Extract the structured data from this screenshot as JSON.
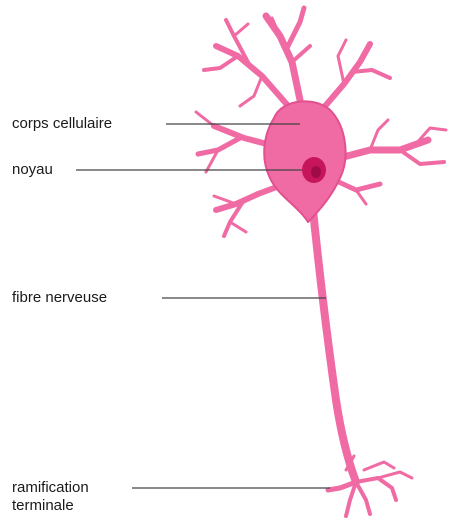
{
  "colors": {
    "neuron_fill": "#f06ba4",
    "neuron_stroke": "#e2508f",
    "nucleus_fill": "#c7155c",
    "nucleus_inner": "#9e0b47",
    "leader_line": "#444444"
  },
  "labels": {
    "cell_body": "corps cellulaire",
    "nucleus": "noyau",
    "nerve_fiber": "fibre nerveuse",
    "terminal_line1": "ramification",
    "terminal_line2": "terminale"
  }
}
